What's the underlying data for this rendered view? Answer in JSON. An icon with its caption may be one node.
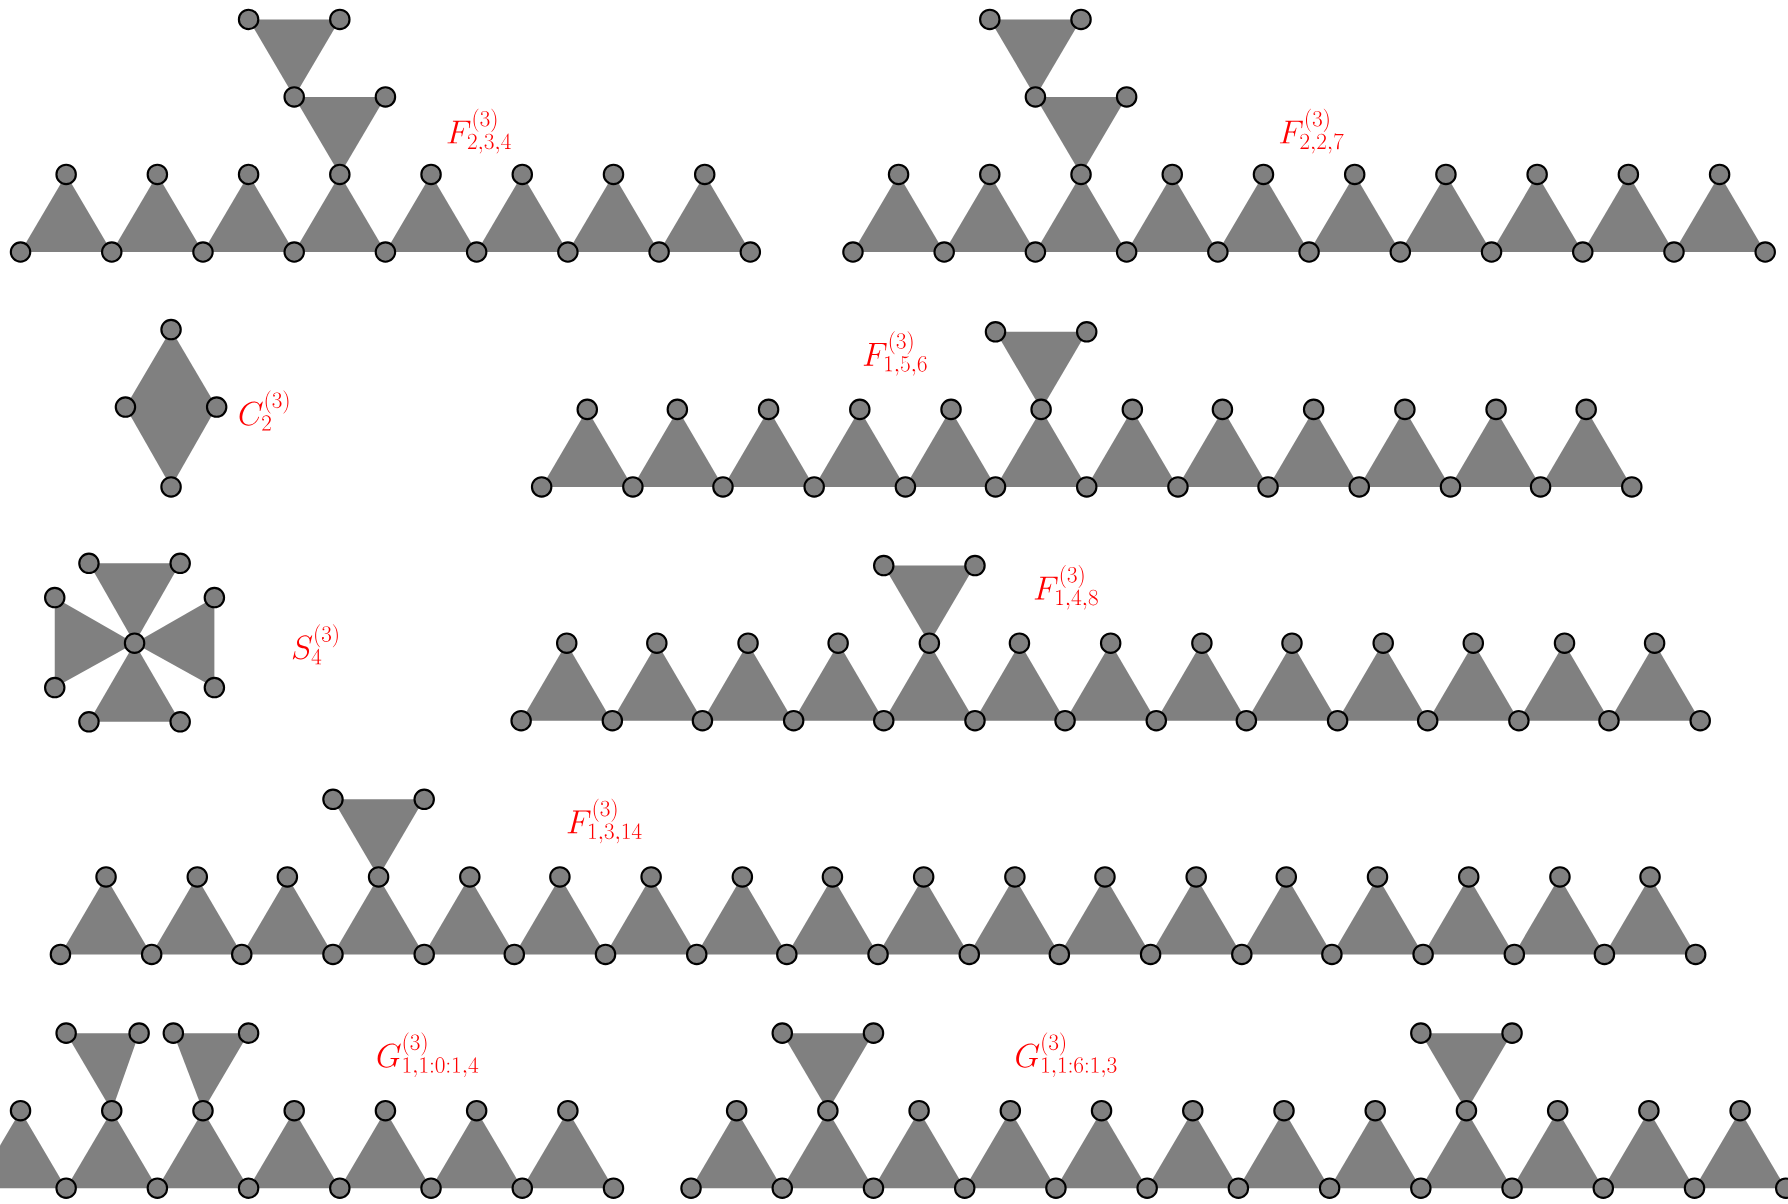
{
  "diagram": {
    "labels": [
      "F^{(3)}_{2,3,4}",
      "F^{(3)}_{2,2,7}",
      "F^{(3)}_{1,5,6}",
      "C^{(3)}_{2}",
      "F^{(3)}_{1,4,8}",
      "S^{(3)}_{4}",
      "F^{(3)}_{1,3,14}",
      "G^{(3)}_{1,1:0:1,4}",
      "G^{(3)}_{1,1:6:1,3}"
    ]
  }
}
